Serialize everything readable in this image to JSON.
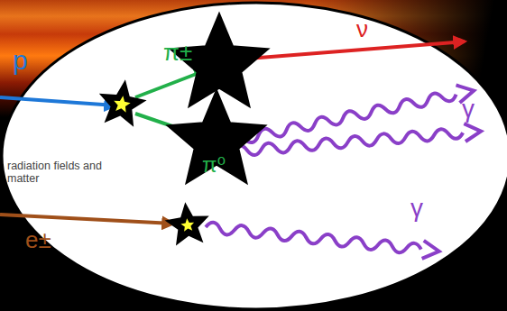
{
  "diagram": {
    "labels": [
      "p",
      "π±",
      "ν",
      "γ",
      "π⁰",
      "radiation fields and matter",
      "e±",
      "γ"
    ]
  }
}
